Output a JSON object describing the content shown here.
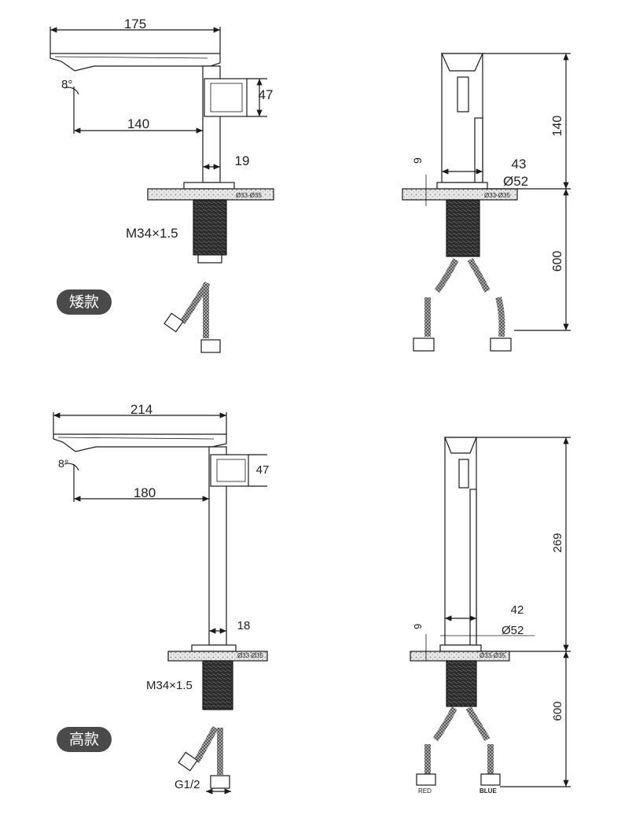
{
  "labels": {
    "short_model": "矮款",
    "tall_model": "高款"
  },
  "short": {
    "overall_width": "175",
    "reach": "140",
    "handle_height": "47",
    "body_width": "19",
    "angle": "8°",
    "thread": "M34×1.5",
    "side_height": "140",
    "side_depth": "43",
    "side_base": "9",
    "side_diameter": "Ø52",
    "side_hole": "Ø33-Ø35",
    "side_hole_front": "Ø33-Ø35",
    "hose_length": "600"
  },
  "tall": {
    "overall_width": "214",
    "reach": "180",
    "handle_height": "47",
    "body_width": "18",
    "angle": "8°",
    "thread": "M34×1.5",
    "connector": "G1/2",
    "side_height": "269",
    "side_depth": "42",
    "side_base": "9",
    "side_diameter": "Ø52",
    "side_hole": "Ø33-Ø35",
    "side_hole_front": "Ø33-Ø35",
    "hose_length": "600",
    "hose_red": "RED",
    "hose_blue": "BLUE"
  },
  "colors": {
    "line": "#1a1a1a",
    "thread_fill": "#2b2b2b",
    "stone_fill": "#d8d8d8",
    "badge_bg": "#4a4a4a"
  }
}
